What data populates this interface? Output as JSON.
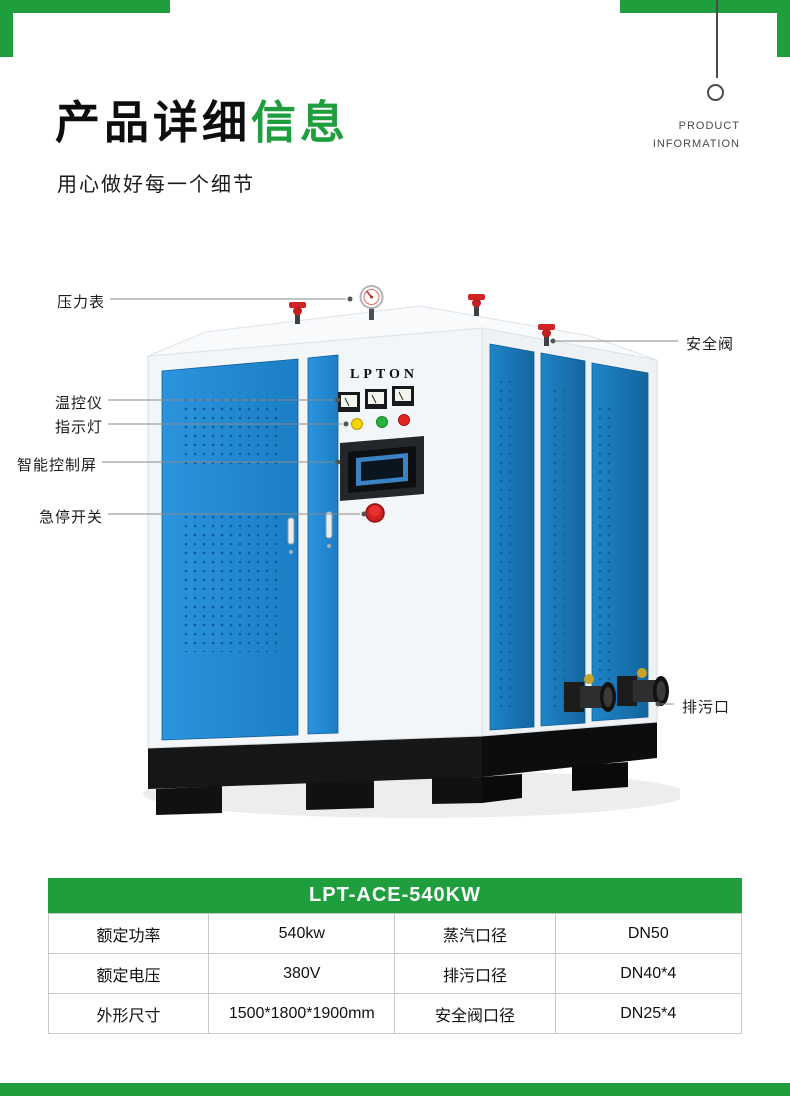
{
  "header": {
    "title_black": "产品详细",
    "title_green": "信息",
    "subtitle": "用心做好每一个细节",
    "corner_text_line1": "PRODUCT",
    "corner_text_line2": "INFORMATION"
  },
  "machine": {
    "brand": "LPTON",
    "callouts": {
      "pressure_gauge": "压力表",
      "safety_valve": "安全阀",
      "temp_controller": "温控仪",
      "indicator_light": "指示灯",
      "control_screen": "智能控制屏",
      "emergency_stop": "急停开关",
      "drain_outlet": "排污口"
    }
  },
  "spec_table": {
    "title": "LPT-ACE-540KW",
    "rows": [
      [
        "额定功率",
        "540kw",
        "蒸汽口径",
        "DN50"
      ],
      [
        "额定电压",
        "380V",
        "排污口径",
        "DN40*4"
      ],
      [
        "外形尺寸",
        "1500*1800*1900mm",
        "安全阀口径",
        "DN25*4"
      ]
    ]
  },
  "colors": {
    "accent_green": "#1e9e3c",
    "machine_blue": "#1b82c9"
  }
}
